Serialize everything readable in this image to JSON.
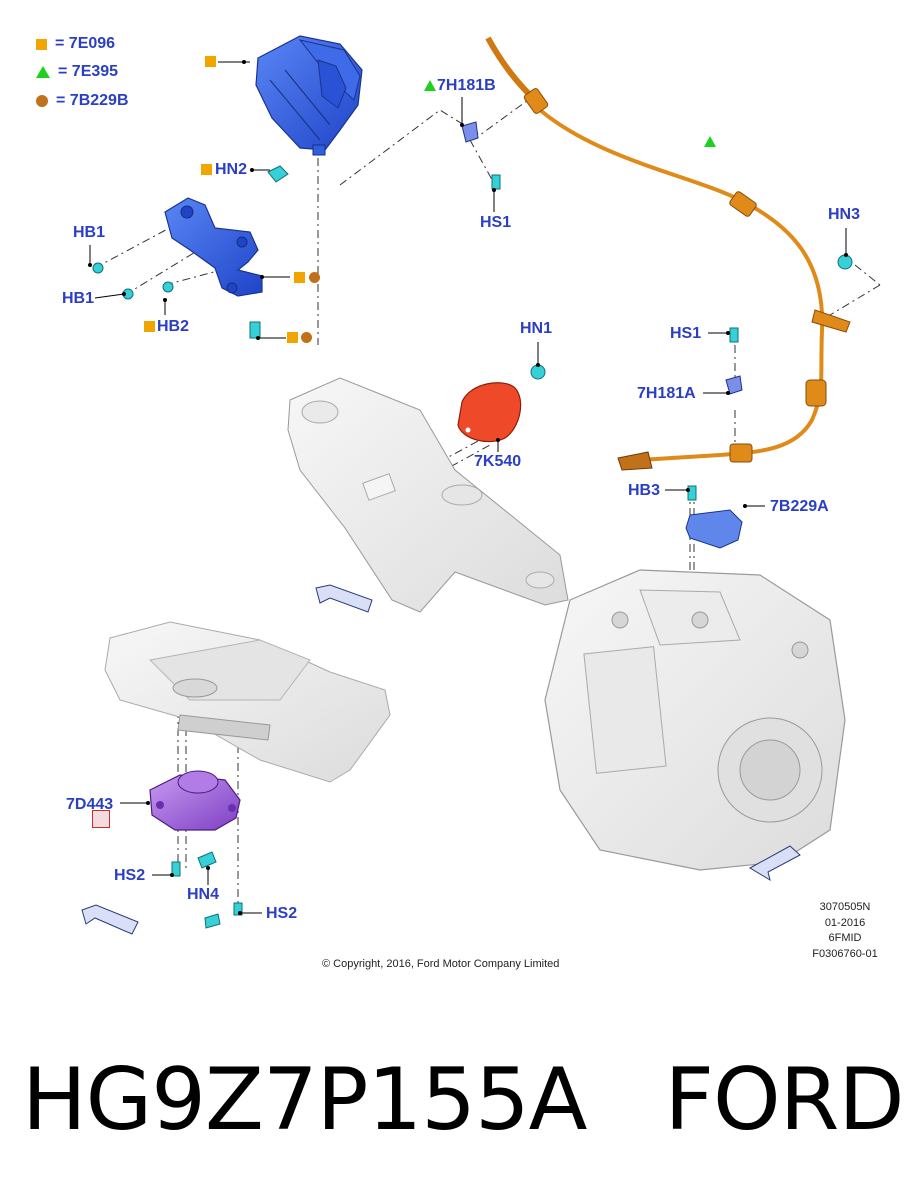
{
  "legend": [
    {
      "symbol": "square-icon",
      "text": "= 7E096",
      "color": "#f0a500"
    },
    {
      "symbol": "triangle-icon",
      "text": "= 7E395",
      "color": "#1fd11f"
    },
    {
      "symbol": "circle-icon",
      "text": "= 7B229B",
      "color": "#c0711a"
    }
  ],
  "callouts": {
    "hn2": "HN2",
    "hb1_top": "HB1",
    "hb1_bottom": "HB1",
    "hb2": "HB2",
    "h7h181b": "7H181B",
    "hs1_top": "HS1",
    "hn3": "HN3",
    "hn1": "HN1",
    "k7k540": "7K540",
    "hs1_right": "HS1",
    "h7h181a": "7H181A",
    "hb3": "HB3",
    "b7b229a": "7B229A",
    "d7d443": "7D443",
    "hs2_left": "HS2",
    "hn4": "HN4",
    "hs2_right": "HS2"
  },
  "info": {
    "code": "3070505N",
    "date": "01-2016",
    "model": "6FMID",
    "ref": "F0306760-01",
    "copyright": "© Copyright, 2016, Ford Motor Company Limited"
  },
  "part": {
    "number": "HG9Z7P155A",
    "brand": "FORD"
  },
  "colors": {
    "callout": "#2b3fc4",
    "actuator": "#2f5fe0",
    "cable": "#e08a1a",
    "fastener": "#35d0d8",
    "pad": "#ee4a2a",
    "mount": "#9a55d6"
  }
}
